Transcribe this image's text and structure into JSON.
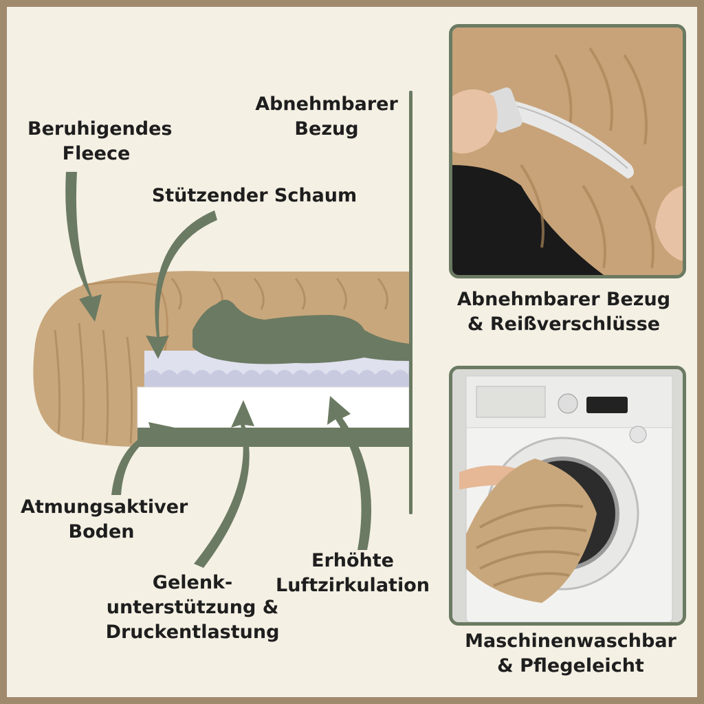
{
  "labels": {
    "fleece": [
      "Beruhigendes",
      "Fleece"
    ],
    "foam": "Stützender Schaum",
    "cover_top": [
      "Abnehmbarer",
      "Bezug"
    ],
    "base": [
      "Atmungsaktiver",
      "Boden"
    ],
    "joint": [
      "Gelenk-",
      "unterstützung &",
      "Druckentlastung"
    ],
    "airflow": [
      "Erhöhte",
      "Luftzirkulation"
    ],
    "zipper_caption": [
      "Abnehmbarer Bezug",
      "& Reißverschlüsse"
    ],
    "wash_caption": [
      "Maschinenwaschbar",
      "& Pflegeleicht"
    ]
  },
  "colors": {
    "accent_green": "#6b7a62",
    "background": "#f4f0e4",
    "frame": "#a08a6e",
    "fleece": "#c9a77c",
    "foam": "#ffffff",
    "foam_wave": "#c8cbe0"
  }
}
